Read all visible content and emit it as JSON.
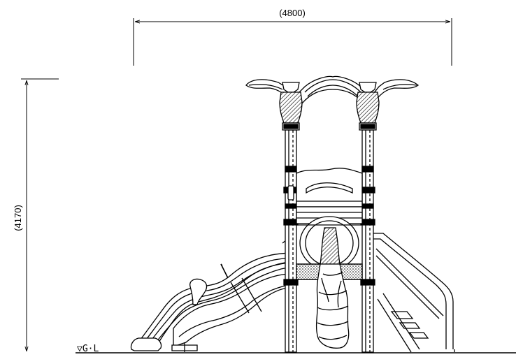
{
  "drawing": {
    "width_dimension": "(4800)",
    "height_dimension": "(4170)",
    "ground_label": "▽G·L",
    "line_color": "#000000",
    "background_color": "#ffffff"
  }
}
